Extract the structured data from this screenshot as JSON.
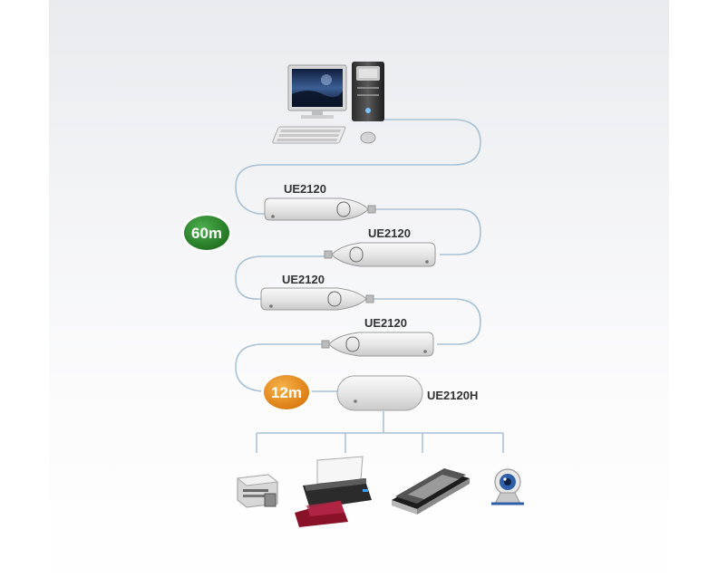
{
  "colors": {
    "cable": "#a9c2d6",
    "badge_long": "#2e8b2e",
    "badge_short": "#e8901a",
    "extender_body": "#e6e6e6"
  },
  "computer": {
    "icon": "desktop-computer-icon"
  },
  "extenders": [
    {
      "label": "UE2120"
    },
    {
      "label": "UE2120"
    },
    {
      "label": "UE2120"
    },
    {
      "label": "UE2120"
    }
  ],
  "hub": {
    "label": "UE2120H"
  },
  "distance_badges": [
    {
      "text": "60m"
    },
    {
      "text": "12m"
    }
  ],
  "devices": [
    {
      "icon": "card-reader-icon"
    },
    {
      "icon": "printer-icon"
    },
    {
      "icon": "scanner-icon"
    },
    {
      "icon": "webcam-icon"
    }
  ]
}
